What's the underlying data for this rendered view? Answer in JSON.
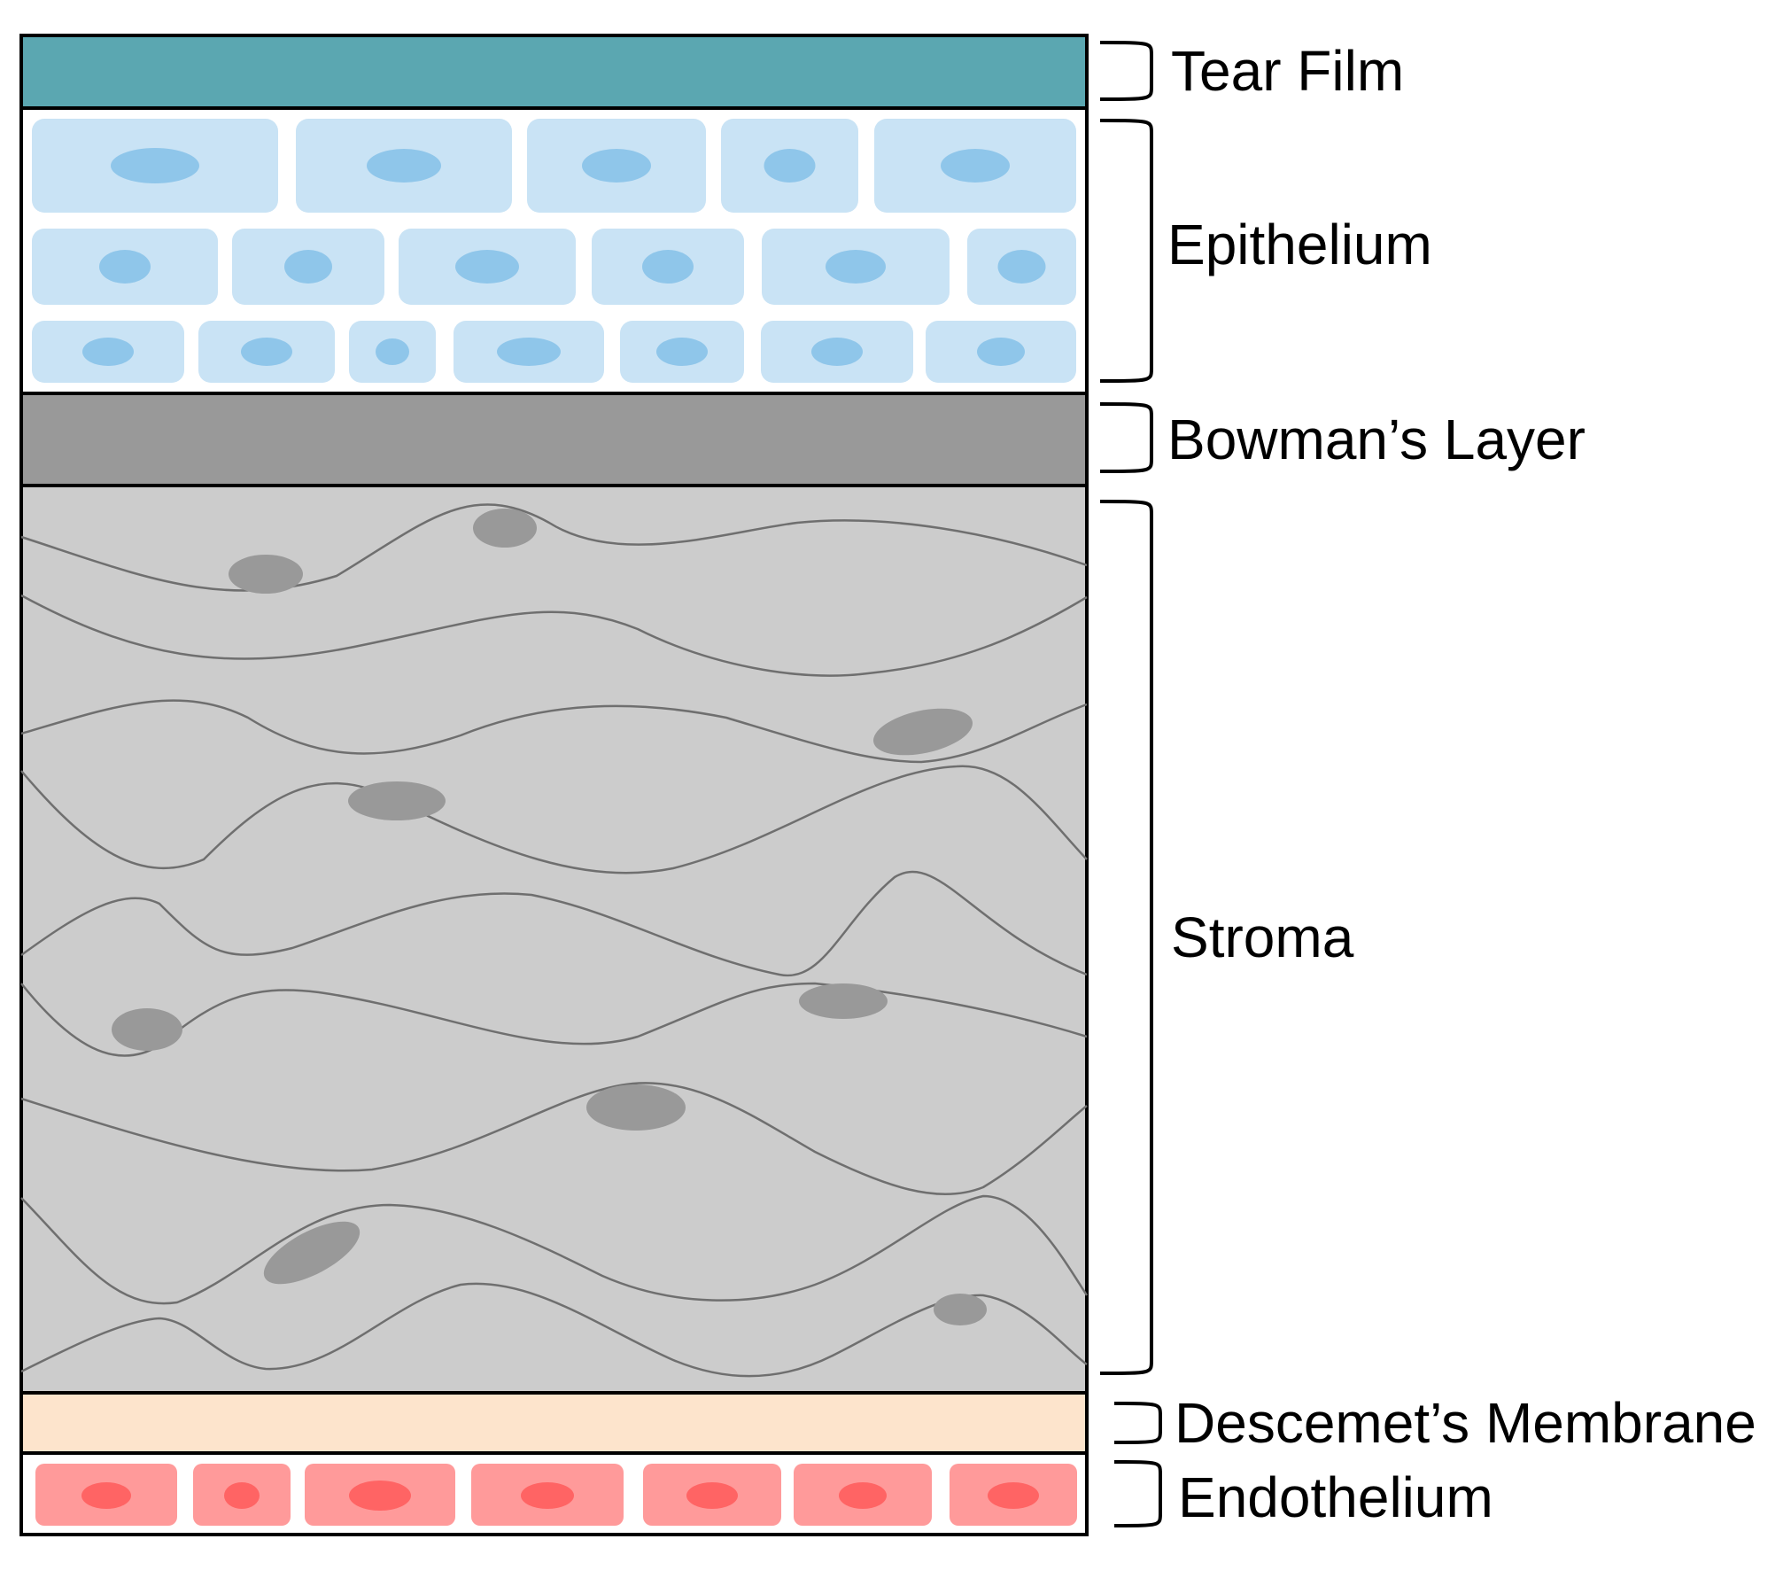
{
  "layers": [
    {
      "key": "tear_film",
      "label": "Tear Film",
      "color": "#5ba7b1"
    },
    {
      "key": "epithelium",
      "label": "Epithelium",
      "color": "#c9e3f5",
      "nucleus_color": "#8fc6ea"
    },
    {
      "key": "bowmans_layer",
      "label": "Bowman’s Layer",
      "color": "#999999"
    },
    {
      "key": "stroma",
      "label": "Stroma",
      "color": "#cccccc",
      "keratocyte_color": "#999999"
    },
    {
      "key": "descemets_membrane",
      "label": "Descemet’s Membrane",
      "color": "#fde4cc"
    },
    {
      "key": "endothelium",
      "label": "Endothelium",
      "color": "#ff9a9a",
      "nucleus_color": "#ff6464"
    }
  ]
}
